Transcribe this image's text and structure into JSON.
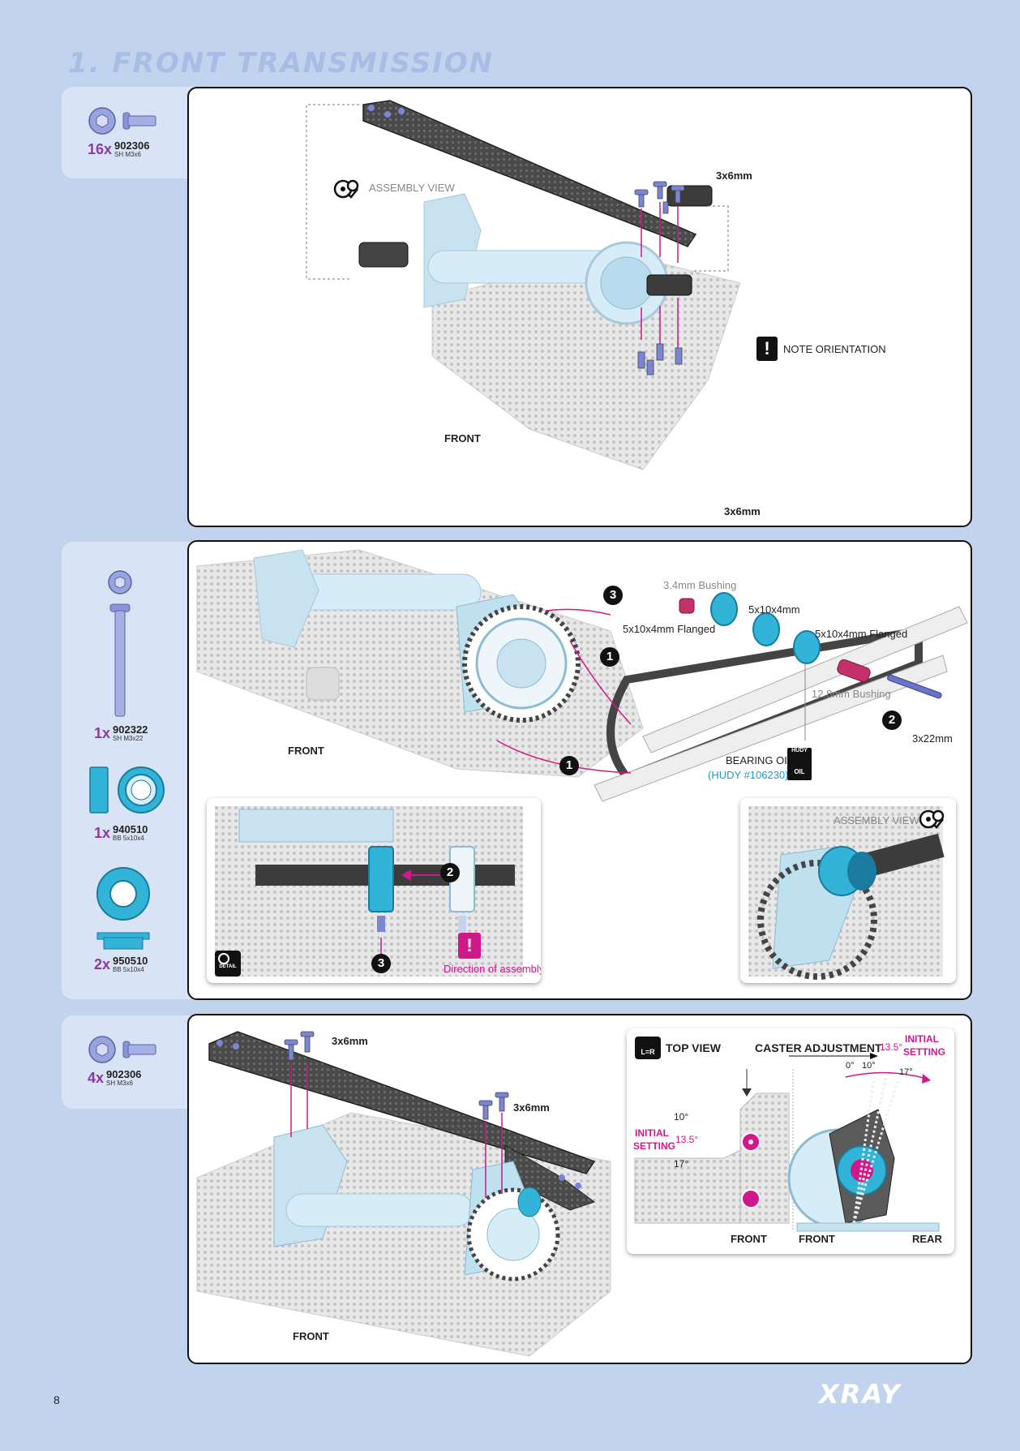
{
  "section_title": "1. FRONT TRANSMISSION",
  "page_number": "8",
  "logo_text": "XRAY",
  "colors": {
    "background": "#c2d3ee",
    "magenta": "#d0188a",
    "cyan": "#32b4d8",
    "carbon": "#555555",
    "screw": "#7a86d4"
  },
  "step1": {
    "bom": [
      {
        "qty": "16x",
        "number": "902306",
        "desc": "SH M3x6",
        "icon": "flat-head-screw-icon"
      }
    ],
    "labels": {
      "assembly_view": "ASSEMBLY VIEW",
      "note_orientation": "NOTE ORIENTATION",
      "screw_top": "3x6mm",
      "screw_bottom": "3x6mm",
      "front": "FRONT"
    }
  },
  "step2": {
    "bom": [
      {
        "qty": "1x",
        "number": "902322",
        "desc": "SH M3x22",
        "icon": "long-screw-icon"
      },
      {
        "qty": "1x",
        "number": "940510",
        "desc": "BB 5x10x4",
        "icon": "ball-bearing-icon"
      },
      {
        "qty": "2x",
        "number": "950510",
        "desc": "BB 5x10x4",
        "icon": "flanged-bearing-icon"
      }
    ],
    "labels": {
      "bushing_34": "3.4mm Bushing",
      "flanged_left": "5x10x4mm Flanged",
      "bearing_mid": "5x10x4mm",
      "flanged_right": "5x10x4mm Flanged",
      "bushing_128": "12.8mm Bushing",
      "screw": "3x22mm",
      "bearing_oil": "BEARING OIL",
      "hudy": "(HUDY #106230)",
      "hudy_badge": "HUDY",
      "oil_badge": "OIL",
      "front": "FRONT",
      "direction": "Direction of assembly.",
      "assembly_view": "ASSEMBLY VIEW",
      "detail": "DETAIL"
    },
    "steps": [
      "1",
      "1",
      "2",
      "3",
      "2",
      "3"
    ]
  },
  "step3": {
    "bom": [
      {
        "qty": "4x",
        "number": "902306",
        "desc": "SH M3x6",
        "icon": "flat-head-screw-icon"
      }
    ],
    "labels": {
      "screw_a": "3x6mm",
      "screw_b": "3x6mm",
      "front": "FRONT",
      "lr": "L=R",
      "top_view": "TOP VIEW",
      "caster": "CASTER ADJUSTMENT",
      "initial": "INITIAL",
      "setting": "SETTING",
      "deg_135": "13.5°",
      "deg_10": "10°",
      "deg_17": "17°",
      "deg_0": "0°",
      "deg_10b": "10°",
      "deg_17b": "17°",
      "deg_135b": "13.5°",
      "initial_b": "INITIAL",
      "setting_b": "SETTING",
      "front_a": "FRONT",
      "front_b": "FRONT",
      "rear": "REAR"
    }
  }
}
